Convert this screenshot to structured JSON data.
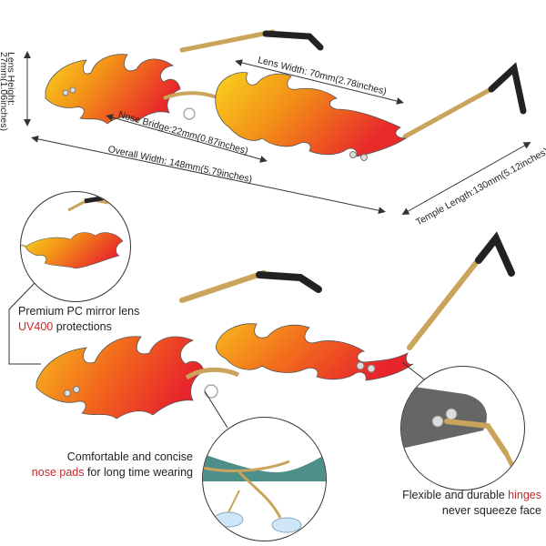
{
  "dimensions": {
    "lens_height": "Lens Height:",
    "lens_height_value": "27mm(1.06inches)",
    "lens_width": "Lens Width: 70mm(2.78inches)",
    "nose_bridge": "Nose Bridge:22mm(0.87inches)",
    "overall_width": "Overall Width: 148mm(5.79inches)",
    "temple_length": "Temple Length:130mm(5.12inches)"
  },
  "callouts": {
    "lens": {
      "line1": "Premium PC mirror lens",
      "highlight": "UV400",
      "rest": " protections"
    },
    "nose": {
      "line1": "Comfortable and concise",
      "highlight": "nose pads",
      "rest": " for long time wearing"
    },
    "hinge": {
      "prefix": "Flexible and durable ",
      "highlight": "hinges",
      "line2": "never squeeze face"
    }
  },
  "colors": {
    "lens_top": "#f6c21d",
    "lens_mid": "#f07a1a",
    "lens_bottom": "#e8332a",
    "frame": "#c9a45a",
    "accent": "#c62828"
  }
}
